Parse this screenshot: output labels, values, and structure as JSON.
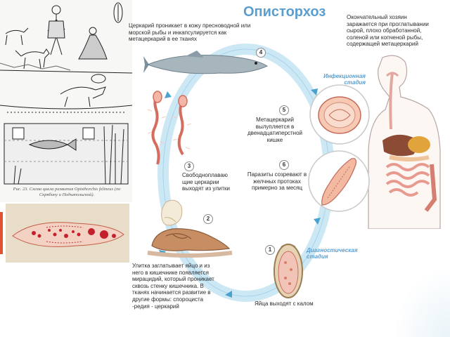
{
  "title": "Описторхоз",
  "left_caption": "Рис. 23. Схема цикла развития Opisthorchis felineus (по Скрябину и Подъяпольской).",
  "steps": {
    "s1": {
      "number": "1",
      "text": "Яйца выходят с калом"
    },
    "s2": {
      "number": "2",
      "text": "Улитка заглатывает яйцо и из него в кишечнике появляется мирацидий, который проникает сквозь стенку кишечника. В тканях начинается развитие в другие формы: спороциста -редия - церкарий"
    },
    "s3": {
      "number": "3",
      "text": "Свободноплаваю щие церкарии выходят из улитки"
    },
    "s4": {
      "number": "4",
      "text": "Церкарий проникает в кожу пресноводной или морской рыбы и инкапсулируется как метацеркарий в ее тканях"
    },
    "s5": {
      "number": "5",
      "text": "Метацеркарий вылупляется в двенадцатиперстной кишке"
    },
    "s6": {
      "number": "6",
      "text": "Паразиты созревают в желчных протоках примерно за месяц"
    }
  },
  "definitive_host": "Окончательный хозяин заражается при проглатывании сырой, плохо обработанной, соленой или копченой рыбы, содержащей метацеркарий",
  "stage_infection": "Инфекционная стадия",
  "stage_diagnostic": "Диагностическая стадия",
  "colors": {
    "cycle_ring": "#cde8f5",
    "arrow": "#4aa3cf",
    "title": "#5b9ed0",
    "accent_strip": "#e05232"
  }
}
